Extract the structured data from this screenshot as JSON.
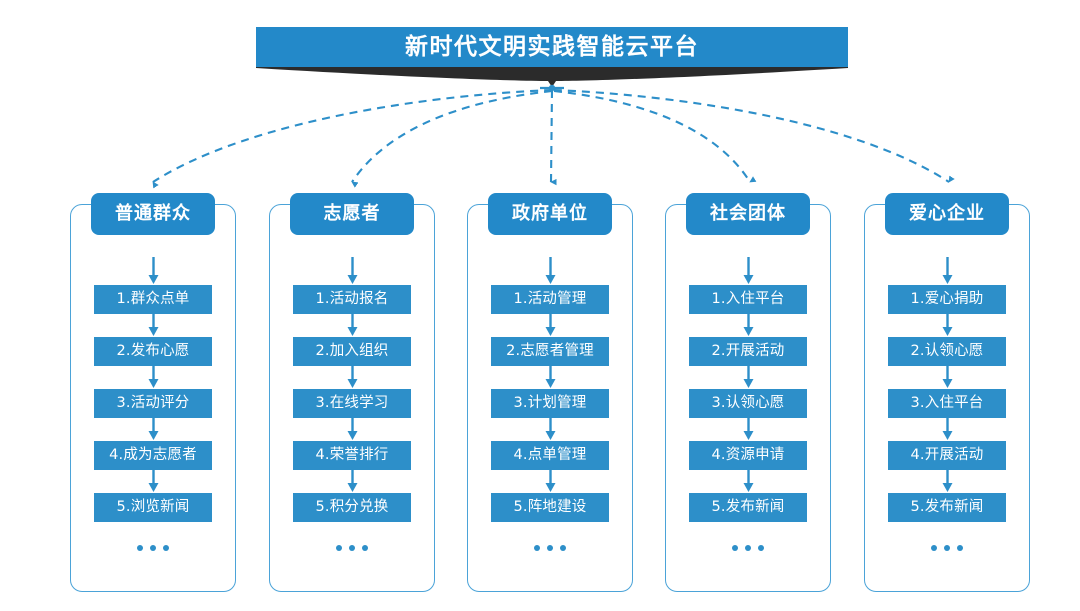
{
  "banner": {
    "title": "新时代文明实践智能云平台",
    "bar_color": "#2389c9",
    "ribbon_color": "#2b2b2b"
  },
  "theme": {
    "primary_blue": "#2389c9",
    "box_blue": "#2d8fc9",
    "frame_blue": "#4ba3d8",
    "connector_blue": "#2d8fc9",
    "text_white": "#ffffff",
    "background": "#ffffff"
  },
  "ellipsis_glyph": "...",
  "columns": [
    {
      "header": "普通群众",
      "steps": [
        "1.群众点单",
        "2.发布心愿",
        "3.活动评分",
        "4.成为志愿者",
        "5.浏览新闻"
      ]
    },
    {
      "header": "志愿者",
      "steps": [
        "1.活动报名",
        "2.加入组织",
        "3.在线学习",
        "4.荣誉排行",
        "5.积分兑换"
      ]
    },
    {
      "header": "政府单位",
      "steps": [
        "1.活动管理",
        "2.志愿者管理",
        "3.计划管理",
        "4.点单管理",
        "5.阵地建设"
      ]
    },
    {
      "header": "社会团体",
      "steps": [
        "1.入住平台",
        "2.开展活动",
        "3.认领心愿",
        "4.资源申请",
        "5.发布新闻"
      ]
    },
    {
      "header": "爱心企业",
      "steps": [
        "1.爱心捐助",
        "2.认领心愿",
        "3.入住平台",
        "4.开展活动",
        "5.发布新闻"
      ]
    }
  ]
}
